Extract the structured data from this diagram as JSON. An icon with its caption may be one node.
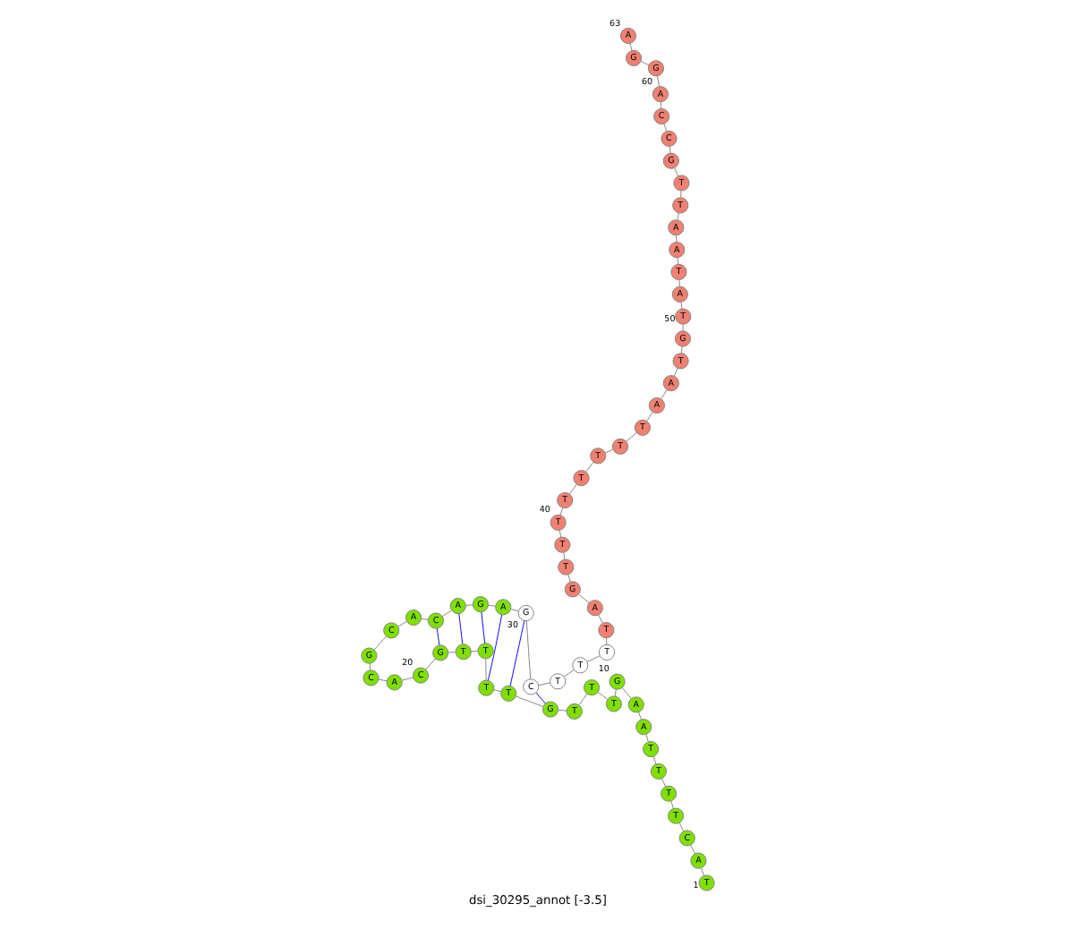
{
  "diagram": {
    "title": "dsi_30295_annot [-3.5]",
    "nodes": [
      {
        "text": [
          "T"
        ],
        "beside": [
          "1"
        ]
      },
      {
        "text": [
          "A"
        ]
      },
      {
        "text": [
          "C"
        ]
      },
      {
        "text": [
          "T"
        ]
      },
      {
        "text": [
          "T"
        ]
      },
      {
        "text": [
          "T"
        ]
      },
      {
        "text": [
          "T"
        ]
      },
      {
        "text": [
          "A"
        ]
      },
      {
        "text": [
          "A"
        ]
      },
      {
        "text": [
          "G"
        ],
        "beside": [
          "10"
        ]
      },
      {
        "text": [
          "T"
        ]
      },
      {
        "text": [
          "T"
        ]
      },
      {
        "text": [
          "T"
        ]
      },
      {
        "text": [
          "G"
        ]
      },
      {
        "text": [
          "T"
        ]
      },
      {
        "text": [
          "T"
        ]
      },
      {
        "text": [
          "T"
        ]
      },
      {
        "text": [
          "T"
        ]
      },
      {
        "text": [
          "G"
        ]
      },
      {
        "text": [
          "C"
        ],
        "beside": [
          "20"
        ]
      },
      {
        "text": [
          "A"
        ]
      },
      {
        "text": [
          "C"
        ]
      },
      {
        "text": [
          "G"
        ]
      },
      {
        "text": [
          "C"
        ]
      },
      {
        "text": [
          "A"
        ]
      },
      {
        "text": [
          "C"
        ]
      },
      {
        "text": [
          "A"
        ]
      },
      {
        "text": [
          "G"
        ]
      },
      {
        "text": [
          "A"
        ]
      },
      {
        "text": [
          "G"
        ],
        "beside": [
          "30"
        ]
      },
      {
        "text": [
          "C"
        ]
      },
      {
        "text": [
          "T"
        ]
      },
      {
        "text": [
          "T"
        ]
      },
      {
        "text": [
          "T"
        ]
      },
      {
        "text": [
          "T"
        ]
      },
      {
        "text": [
          "A"
        ]
      },
      {
        "text": [
          "G"
        ]
      },
      {
        "text": [
          "T"
        ]
      },
      {
        "text": [
          "T"
        ]
      },
      {
        "text": [
          "T"
        ],
        "beside": [
          "40"
        ]
      },
      {
        "text": [
          "T"
        ]
      },
      {
        "text": [
          "T"
        ]
      },
      {
        "text": [
          "T"
        ]
      },
      {
        "text": [
          "T"
        ]
      },
      {
        "text": [
          "T"
        ]
      },
      {
        "text": [
          "A"
        ]
      },
      {
        "text": [
          "A"
        ]
      },
      {
        "text": [
          "T"
        ]
      },
      {
        "text": [
          "G"
        ]
      },
      {
        "text": [
          "T"
        ],
        "beside": [
          "50"
        ]
      },
      {
        "text": [
          "A"
        ]
      },
      {
        "text": [
          "T"
        ]
      },
      {
        "text": [
          "A"
        ]
      },
      {
        "text": [
          "A"
        ]
      },
      {
        "text": [
          "T"
        ]
      },
      {
        "text": [
          "T"
        ]
      },
      {
        "text": [
          "G"
        ]
      },
      {
        "text": [
          "C"
        ]
      },
      {
        "text": [
          "C"
        ]
      },
      {
        "text": [
          "A"
        ],
        "beside": [
          "60"
        ]
      },
      {
        "text": [
          "G"
        ]
      },
      {
        "text": [
          "G"
        ]
      },
      {
        "text": [
          "A"
        ],
        "beside": [
          "63"
        ]
      }
    ],
    "edges": [
      {
        "from": 0,
        "to": 1,
        "arrow": "none"
      },
      {
        "from": 1,
        "to": 2,
        "arrow": "none"
      },
      {
        "from": 2,
        "to": 3,
        "arrow": "none"
      },
      {
        "from": 3,
        "to": 4,
        "arrow": "none"
      },
      {
        "from": 4,
        "to": 5,
        "arrow": "none"
      },
      {
        "from": 5,
        "to": 6,
        "arrow": "none"
      },
      {
        "from": 6,
        "to": 7,
        "arrow": "none"
      },
      {
        "from": 7,
        "to": 8,
        "arrow": "none"
      },
      {
        "from": 8,
        "to": 9,
        "arrow": "none"
      },
      {
        "from": 9,
        "to": 10,
        "arrow": "none"
      },
      {
        "from": 10,
        "to": 11,
        "arrow": "none"
      },
      {
        "from": 11,
        "to": 12,
        "arrow": "none"
      },
      {
        "from": 12,
        "to": 13,
        "arrow": "none"
      },
      {
        "from": 13,
        "to": 14,
        "arrow": "none"
      },
      {
        "from": 14,
        "to": 15,
        "arrow": "none"
      },
      {
        "from": 15,
        "to": 16,
        "arrow": "none"
      },
      {
        "from": 16,
        "to": 17,
        "arrow": "none"
      },
      {
        "from": 17,
        "to": 18,
        "arrow": "none"
      },
      {
        "from": 18,
        "to": 19,
        "arrow": "none"
      },
      {
        "from": 19,
        "to": 20,
        "arrow": "none"
      },
      {
        "from": 20,
        "to": 21,
        "arrow": "none"
      },
      {
        "from": 21,
        "to": 22,
        "arrow": "none"
      },
      {
        "from": 22,
        "to": 23,
        "arrow": "none"
      },
      {
        "from": 23,
        "to": 24,
        "arrow": "none"
      },
      {
        "from": 24,
        "to": 25,
        "arrow": "none"
      },
      {
        "from": 25,
        "to": 26,
        "arrow": "none"
      },
      {
        "from": 26,
        "to": 27,
        "arrow": "none"
      },
      {
        "from": 27,
        "to": 28,
        "arrow": "none"
      },
      {
        "from": 28,
        "to": 29,
        "arrow": "none"
      },
      {
        "from": 29,
        "to": 30,
        "arrow": "none"
      },
      {
        "from": 30,
        "to": 31,
        "arrow": "none"
      },
      {
        "from": 31,
        "to": 32,
        "arrow": "none"
      },
      {
        "from": 32,
        "to": 33,
        "arrow": "none"
      },
      {
        "from": 33,
        "to": 34,
        "arrow": "none"
      },
      {
        "from": 34,
        "to": 35,
        "arrow": "none"
      },
      {
        "from": 35,
        "to": 36,
        "arrow": "none"
      },
      {
        "from": 36,
        "to": 37,
        "arrow": "none"
      },
      {
        "from": 37,
        "to": 38,
        "arrow": "none"
      },
      {
        "from": 38,
        "to": 39,
        "arrow": "none"
      },
      {
        "from": 39,
        "to": 40,
        "arrow": "none"
      },
      {
        "from": 40,
        "to": 41,
        "arrow": "none"
      },
      {
        "from": 41,
        "to": 42,
        "arrow": "none"
      },
      {
        "from": 42,
        "to": 43,
        "arrow": "none"
      },
      {
        "from": 43,
        "to": 44,
        "arrow": "none"
      },
      {
        "from": 44,
        "to": 45,
        "arrow": "none"
      },
      {
        "from": 45,
        "to": 46,
        "arrow": "none"
      },
      {
        "from": 46,
        "to": 47,
        "arrow": "none"
      },
      {
        "from": 47,
        "to": 48,
        "arrow": "none"
      },
      {
        "from": 48,
        "to": 49,
        "arrow": "none"
      },
      {
        "from": 49,
        "to": 50,
        "arrow": "none"
      },
      {
        "from": 50,
        "to": 51,
        "arrow": "none"
      },
      {
        "from": 51,
        "to": 52,
        "arrow": "none"
      },
      {
        "from": 52,
        "to": 53,
        "arrow": "none"
      },
      {
        "from": 53,
        "to": 54,
        "arrow": "none"
      },
      {
        "from": 54,
        "to": 55,
        "arrow": "none"
      },
      {
        "from": 55,
        "to": 56,
        "arrow": "none"
      },
      {
        "from": 56,
        "to": 57,
        "arrow": "none"
      },
      {
        "from": 57,
        "to": 58,
        "arrow": "none"
      },
      {
        "from": 58,
        "to": 59,
        "arrow": "none"
      },
      {
        "from": 59,
        "to": 60,
        "arrow": "none"
      },
      {
        "from": 60,
        "to": 61,
        "arrow": "none"
      },
      {
        "from": 61,
        "to": 62,
        "arrow": "none"
      },
      {
        "from": 13,
        "to": 30,
        "arrow": "none",
        "color": "#0000ff"
      },
      {
        "from": 14,
        "to": 29,
        "arrow": "none",
        "color": "#0000ff"
      },
      {
        "from": 15,
        "to": 28,
        "arrow": "none",
        "color": "#0000ff"
      },
      {
        "from": 16,
        "to": 27,
        "arrow": "none",
        "color": "#0000ff"
      },
      {
        "from": 17,
        "to": 26,
        "arrow": "none",
        "color": "#0000ff"
      },
      {
        "from": 18,
        "to": 25,
        "arrow": "none",
        "color": "#0000ff"
      }
    ]
  }
}
